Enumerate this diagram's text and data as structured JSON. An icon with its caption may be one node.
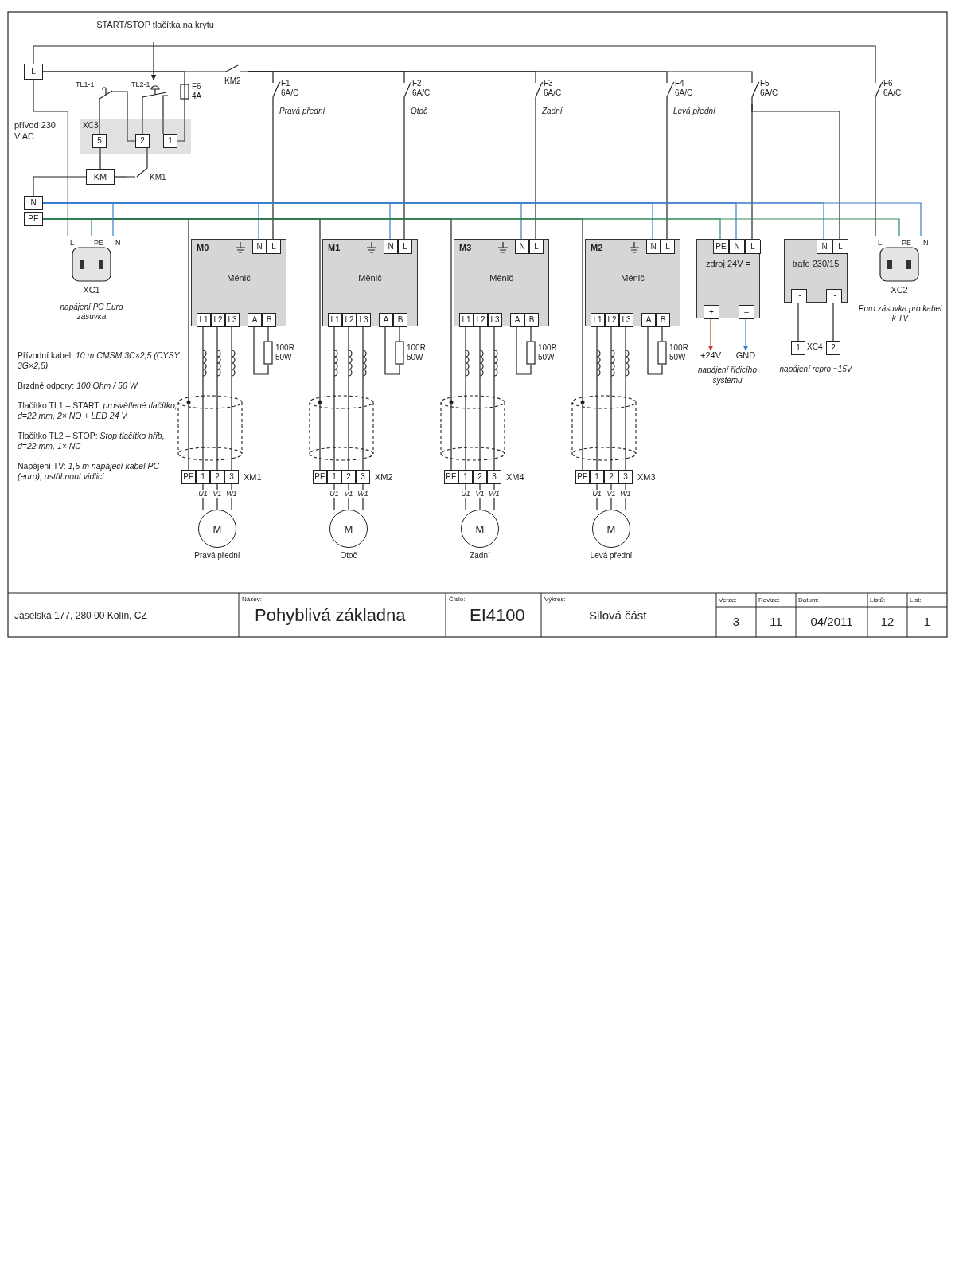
{
  "diagram": {
    "nodes": [
      {
        "text": [
          "L"
        ]
      },
      {
        "text": [
          "N"
        ]
      },
      {
        "text": [
          "PE"
        ]
      },
      {
        "text": [
          "START/STOP tlačítka na krytu"
        ]
      },
      {
        "text": [
          "TL2-1"
        ]
      },
      {
        "text": [
          "TL1-1"
        ]
      },
      {
        "text": [
          "XC3"
        ]
      },
      {
        "text": [
          "1"
        ],
        "in": 6
      },
      {
        "text": [
          "2"
        ],
        "in": 6
      },
      {
        "text": [
          "5"
        ],
        "in": 6
      },
      {
        "text": [
          "F6",
          "4A"
        ]
      },
      {
        "text": [
          "KM2"
        ]
      },
      {
        "text": [
          "KM1"
        ]
      },
      {
        "text": [
          "KM"
        ]
      },
      {
        "text": [
          "F1",
          "6A/C"
        ],
        "beside": [
          "Pravá přední"
        ]
      },
      {
        "text": [
          "F2",
          "6A/C"
        ],
        "beside": [
          "Otoč"
        ]
      },
      {
        "text": [
          "F3",
          "6A/C"
        ],
        "beside": [
          "Zadní"
        ]
      },
      {
        "text": [
          "F4",
          "6A/C"
        ],
        "beside": [
          "Levá přední"
        ]
      },
      {
        "text": [
          "F5",
          "6A/C"
        ]
      },
      {
        "text": [
          "F6",
          "6A/C"
        ]
      },
      {
        "text": [
          "M0",
          "Měnič"
        ]
      },
      {
        "text": [
          "N"
        ],
        "in": 20
      },
      {
        "text": [
          "L"
        ],
        "in": 20
      },
      {
        "text": [
          "L1"
        ],
        "in": 20
      },
      {
        "text": [
          "L2"
        ],
        "in": 20
      },
      {
        "text": [
          "L3"
        ],
        "in": 20
      },
      {
        "text": [
          "A"
        ],
        "in": 20
      },
      {
        "text": [
          "B"
        ],
        "in": 20
      },
      {
        "text": [
          "M1",
          "Měnič"
        ]
      },
      {
        "text": [
          "N"
        ],
        "in": 28
      },
      {
        "text": [
          "L"
        ],
        "in": 28
      },
      {
        "text": [
          "L1"
        ],
        "in": 28
      },
      {
        "text": [
          "L2"
        ],
        "in": 28
      },
      {
        "text": [
          "L3"
        ],
        "in": 28
      },
      {
        "text": [
          "A"
        ],
        "in": 28
      },
      {
        "text": [
          "B"
        ],
        "in": 28
      },
      {
        "text": [
          "M3",
          "Měnič"
        ]
      },
      {
        "text": [
          "N"
        ],
        "in": 36
      },
      {
        "text": [
          "L"
        ],
        "in": 36
      },
      {
        "text": [
          "L1"
        ],
        "in": 36
      },
      {
        "text": [
          "L2"
        ],
        "in": 36
      },
      {
        "text": [
          "L3"
        ],
        "in": 36
      },
      {
        "text": [
          "A"
        ],
        "in": 36
      },
      {
        "text": [
          "B"
        ],
        "in": 36
      },
      {
        "text": [
          "M2",
          "Měnič"
        ]
      },
      {
        "text": [
          "N"
        ],
        "in": 44
      },
      {
        "text": [
          "L"
        ],
        "in": 44
      },
      {
        "text": [
          "L1"
        ],
        "in": 44
      },
      {
        "text": [
          "L2"
        ],
        "in": 44
      },
      {
        "text": [
          "L3"
        ],
        "in": 44
      },
      {
        "text": [
          "A"
        ],
        "in": 44
      },
      {
        "text": [
          "B"
        ],
        "in": 44
      },
      {
        "text": [
          "100R",
          "50W"
        ]
      },
      {
        "text": [
          "100R",
          "50W"
        ]
      },
      {
        "text": [
          "100R",
          "50W"
        ]
      },
      {
        "text": [
          "100R",
          "50W"
        ]
      },
      {
        "text": [
          "XM1"
        ]
      },
      {
        "text": [
          "PE"
        ],
        "in": 56
      },
      {
        "text": [
          "1"
        ],
        "in": 56
      },
      {
        "text": [
          "2"
        ],
        "in": 56
      },
      {
        "text": [
          "3"
        ],
        "in": 56
      },
      {
        "text": [
          "XM2"
        ]
      },
      {
        "text": [
          "PE"
        ],
        "in": 61
      },
      {
        "text": [
          "1"
        ],
        "in": 61
      },
      {
        "text": [
          "2"
        ],
        "in": 61
      },
      {
        "text": [
          "3"
        ],
        "in": 61
      },
      {
        "text": [
          "XM4"
        ]
      },
      {
        "text": [
          "PE"
        ],
        "in": 66
      },
      {
        "text": [
          "1"
        ],
        "in": 66
      },
      {
        "text": [
          "2"
        ],
        "in": 66
      },
      {
        "text": [
          "3"
        ],
        "in": 66
      },
      {
        "text": [
          "XM3"
        ]
      },
      {
        "text": [
          "PE"
        ],
        "in": 71
      },
      {
        "text": [
          "1"
        ],
        "in": 71
      },
      {
        "text": [
          "2"
        ],
        "in": 71
      },
      {
        "text": [
          "3"
        ],
        "in": 71
      },
      {
        "text": [
          "M"
        ],
        "beside": [
          "Pravá přední"
        ]
      },
      {
        "text": [
          "M"
        ],
        "beside": [
          "Otoč"
        ]
      },
      {
        "text": [
          "M"
        ],
        "beside": [
          "Zadní"
        ]
      },
      {
        "text": [
          "M"
        ],
        "beside": [
          "Levá přední"
        ]
      },
      {
        "text": [
          "zdroj 24V ="
        ]
      },
      {
        "text": [
          "PE"
        ],
        "in": 80
      },
      {
        "text": [
          "N"
        ],
        "in": 80
      },
      {
        "text": [
          "L"
        ],
        "in": 80
      },
      {
        "text": [
          "+"
        ],
        "in": 80
      },
      {
        "text": [
          "–"
        ],
        "in": 80
      },
      {
        "text": [
          "+24V"
        ]
      },
      {
        "text": [
          "GND"
        ]
      },
      {
        "text": [
          "trafo 230/15"
        ]
      },
      {
        "text": [
          "N"
        ],
        "in": 88
      },
      {
        "text": [
          "L"
        ],
        "in": 88
      },
      {
        "text": [
          "~"
        ],
        "in": 88
      },
      {
        "text": [
          "~"
        ],
        "in": 88
      },
      {
        "text": [
          "XC4"
        ],
        "beside": [
          "napájení repro ~15V"
        ]
      },
      {
        "text": [
          "1"
        ],
        "in": 93
      },
      {
        "text": [
          "2"
        ],
        "in": 93
      },
      {
        "text": [
          "XC1"
        ],
        "beside": [
          "napájení PC Euro zásuvka"
        ]
      },
      {
        "text": [
          "XC2"
        ],
        "beside": [
          "Euro zásuvka pro kabel k TV"
        ]
      }
    ],
    "edges": [
      {
        "from": 0,
        "to": 11,
        "arrow": "none"
      },
      {
        "from": 0,
        "to": 10,
        "arrow": "none"
      },
      {
        "from": 0,
        "to": 19,
        "arrow": "none"
      },
      {
        "from": 0,
        "to": 96,
        "arrow": "none"
      },
      {
        "from": 10,
        "to": 7,
        "arrow": "none"
      },
      {
        "from": 7,
        "to": 4,
        "arrow": "none"
      },
      {
        "from": 4,
        "to": 8,
        "arrow": "none"
      },
      {
        "from": 8,
        "to": 5,
        "arrow": "none"
      },
      {
        "from": 8,
        "to": 12,
        "arrow": "none"
      },
      {
        "from": 5,
        "to": 9,
        "arrow": "none"
      },
      {
        "from": 9,
        "to": 13,
        "arrow": "none"
      },
      {
        "from": 12,
        "to": 13,
        "arrow": "none"
      },
      {
        "from": 13,
        "to": 1,
        "arrow": "none"
      },
      {
        "from": 3,
        "to": 4,
        "arrow": "to"
      },
      {
        "from": 11,
        "to": 14,
        "arrow": "none"
      },
      {
        "from": 11,
        "to": 15,
        "arrow": "none"
      },
      {
        "from": 11,
        "to": 16,
        "arrow": "none"
      },
      {
        "from": 11,
        "to": 17,
        "arrow": "none"
      },
      {
        "from": 11,
        "to": 18,
        "arrow": "none"
      },
      {
        "from": 14,
        "to": 22,
        "arrow": "none"
      },
      {
        "from": 15,
        "to": 30,
        "arrow": "none"
      },
      {
        "from": 16,
        "to": 38,
        "arrow": "none"
      },
      {
        "from": 17,
        "to": 46,
        "arrow": "none"
      },
      {
        "from": 1,
        "to": 21,
        "arrow": "none",
        "color": "#3a7dc9"
      },
      {
        "from": 1,
        "to": 29,
        "arrow": "none",
        "color": "#3a7dc9"
      },
      {
        "from": 1,
        "to": 37,
        "arrow": "none",
        "color": "#3a7dc9"
      },
      {
        "from": 1,
        "to": 45,
        "arrow": "none",
        "color": "#3a7dc9"
      },
      {
        "from": 23,
        "to": 58,
        "arrow": "none"
      },
      {
        "from": 24,
        "to": 59,
        "arrow": "none"
      },
      {
        "from": 25,
        "to": 60,
        "arrow": "none"
      },
      {
        "from": 31,
        "to": 63,
        "arrow": "none"
      },
      {
        "from": 32,
        "to": 64,
        "arrow": "none"
      },
      {
        "from": 33,
        "to": 65,
        "arrow": "none"
      },
      {
        "from": 39,
        "to": 68,
        "arrow": "none"
      },
      {
        "from": 40,
        "to": 69,
        "arrow": "none"
      },
      {
        "from": 41,
        "to": 70,
        "arrow": "none"
      },
      {
        "from": 47,
        "to": 73,
        "arrow": "none"
      },
      {
        "from": 48,
        "to": 74,
        "arrow": "none"
      },
      {
        "from": 49,
        "to": 75,
        "arrow": "none"
      },
      {
        "from": 26,
        "to": 52,
        "arrow": "none"
      },
      {
        "from": 27,
        "to": 52,
        "arrow": "none"
      },
      {
        "from": 34,
        "to": 53,
        "arrow": "none"
      },
      {
        "from": 35,
        "to": 53,
        "arrow": "none"
      },
      {
        "from": 42,
        "to": 54,
        "arrow": "none"
      },
      {
        "from": 43,
        "to": 54,
        "arrow": "none"
      },
      {
        "from": 50,
        "to": 55,
        "arrow": "none"
      },
      {
        "from": 51,
        "to": 55,
        "arrow": "none"
      },
      {
        "from": 2,
        "to": 57,
        "arrow": "none"
      },
      {
        "from": 2,
        "to": 62,
        "arrow": "none"
      },
      {
        "from": 2,
        "to": 67,
        "arrow": "none"
      },
      {
        "from": 2,
        "to": 72,
        "arrow": "none"
      },
      {
        "from": 58,
        "to": 76,
        "arrow": "none",
        "label": "U1"
      },
      {
        "from": 59,
        "to": 76,
        "arrow": "none",
        "label": "V1"
      },
      {
        "from": 60,
        "to": 76,
        "arrow": "none",
        "label": "W1"
      },
      {
        "from": 63,
        "to": 77,
        "arrow": "none",
        "label": "U1"
      },
      {
        "from": 64,
        "to": 77,
        "arrow": "none",
        "label": "V1"
      },
      {
        "from": 65,
        "to": 77,
        "arrow": "none",
        "label": "W1"
      },
      {
        "from": 68,
        "to": 78,
        "arrow": "none",
        "label": "U1"
      },
      {
        "from": 69,
        "to": 78,
        "arrow": "none",
        "label": "V1"
      },
      {
        "from": 70,
        "to": 78,
        "arrow": "none",
        "label": "W1"
      },
      {
        "from": 73,
        "to": 79,
        "arrow": "none",
        "label": "U1"
      },
      {
        "from": 74,
        "to": 79,
        "arrow": "none",
        "label": "V1"
      },
      {
        "from": 75,
        "to": 79,
        "arrow": "none",
        "label": "W1"
      },
      {
        "from": 18,
        "to": 83,
        "arrow": "none"
      },
      {
        "from": 18,
        "to": 90,
        "arrow": "none"
      },
      {
        "from": 1,
        "to": 82,
        "arrow": "none",
        "color": "#3a7dc9"
      },
      {
        "from": 1,
        "to": 89,
        "arrow": "none",
        "color": "#3a7dc9"
      },
      {
        "from": 2,
        "to": 81,
        "arrow": "none",
        "color": "#2e8b57"
      },
      {
        "from": 84,
        "to": 86,
        "arrow": "to",
        "color": "#d03a2a"
      },
      {
        "from": 85,
        "to": 87,
        "arrow": "to",
        "color": "#3a7dc9"
      },
      {
        "from": 91,
        "to": 94,
        "arrow": "none"
      },
      {
        "from": 92,
        "to": 95,
        "arrow": "none"
      },
      {
        "from": 19,
        "to": 97,
        "arrow": "none"
      },
      {
        "from": 1,
        "to": 97,
        "arrow": "none",
        "color": "#3a7dc9"
      },
      {
        "from": 2,
        "to": 97,
        "arrow": "none",
        "color": "#2e8b57"
      },
      {
        "from": 1,
        "to": 96,
        "arrow": "none",
        "color": "#3a7dc9"
      },
      {
        "from": 2,
        "to": 96,
        "arrow": "none",
        "color": "#2e8b57"
      }
    ],
    "labels": [
      "přívod 230 V AC",
      "L",
      "PE",
      "N",
      "Přívodní kabel: *10 m CMSM 3C×2,5 (CYSY 3G×2,5)*",
      "Brzdné odpory: *100 Ohm / 50 W*",
      "Tlačítko TL1 – START: *prosvětlené tlačítko, d=22 mm, 2× NO + LED 24 V*",
      "Tlačítko TL2 – STOP: *Stop tlačítko hřib, d=22 mm, 1× NC*",
      "Napájení TV: *1,5 m napájecí kabel PC (euro), ustřihnout vidlici*",
      "L",
      "PE",
      "N",
      "Jaselská 177, 280 00 Kolín, CZ",
      "Název:",
      "Pohyblivá základna",
      "Číslo:",
      "EI4100",
      "Výkres:",
      "Silová část",
      "Verze:",
      "Revize:",
      "Datum:",
      "Listů:",
      "List:",
      "3",
      "11",
      "04/2011",
      "12",
      "1",
      "napájení řídicího systému"
    ]
  }
}
